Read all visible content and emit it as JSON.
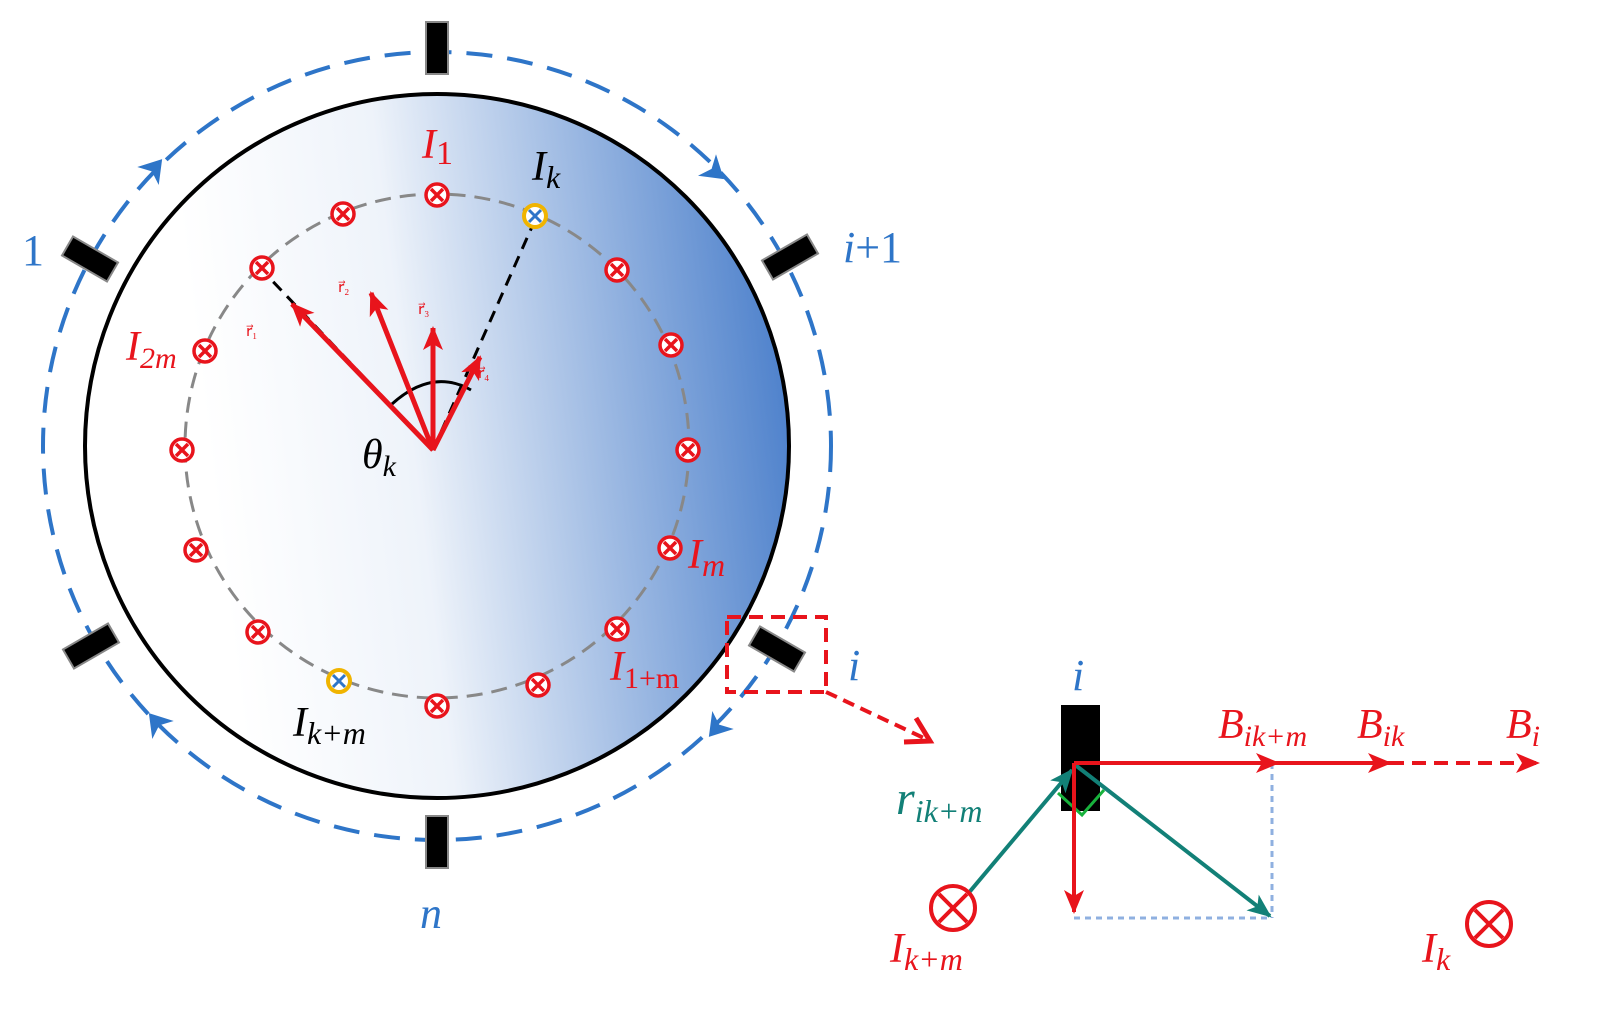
{
  "colors": {
    "blue_label": "#2e75c8",
    "red": "#e8141c",
    "black": "#000000",
    "teal": "#128077",
    "gold": "#f0b400",
    "green": "#18b23c",
    "disk_gradient_light": "#ffffff",
    "disk_gradient_dark": "#4f82cc"
  },
  "sensor_labels": {
    "one": "1",
    "i_plus_1_i": "i",
    "i_plus_1_rest": "+1",
    "i": "i",
    "n": "n"
  },
  "current_labels": {
    "I1_main": "I",
    "I1_sub": "1",
    "Ik_main": "I",
    "Ik_sub": "k",
    "I2m_main": "I",
    "I2m_sub": "2m",
    "Im_main": "I",
    "Im_sub": "m",
    "I1m_main": "I",
    "I1m_sub": "1+m",
    "Ikm_main": "I",
    "Ikm_sub": "k+m"
  },
  "angle_label": {
    "main": "θ",
    "sub": "k"
  },
  "vector_small_labels": [
    "r⃗₁",
    "r⃗₂",
    "r⃗₃",
    "r⃗₄"
  ],
  "detail": {
    "sensor_label": "i",
    "B_ikm_main": "B",
    "B_ikm_sub": "ik+m",
    "B_ik_main": "B",
    "B_ik_sub": "ik",
    "B_i_main": "B",
    "B_i_sub": "i",
    "r_main": "r",
    "r_sub": "ik+m",
    "Ikm_main": "I",
    "Ikm_sub": "k+m",
    "Ik_main": "I",
    "Ik_sub": "k"
  },
  "icons": {
    "current_into_page": "circle-cross-icon",
    "sensor": "sensor-block-icon"
  }
}
